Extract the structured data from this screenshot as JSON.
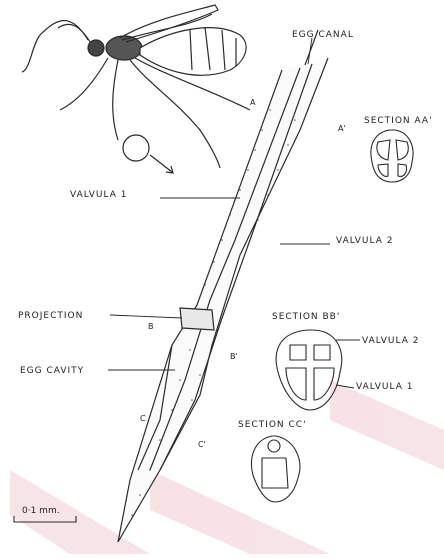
{
  "labels": {
    "egg_canal": "EGG CANAL",
    "valvula_1": "VALVULA 1",
    "valvula_2": "VALVULA 2",
    "projection": "PROJECTION",
    "egg_cavity": "EGG CAVITY",
    "section_aa": "SECTION AA'",
    "section_bb": "SECTION BB'",
    "section_cc": "SECTION CC'",
    "section_valvula_2": "VALVULA 2",
    "section_valvula_1": "VALVULA 1",
    "marker_a": "A",
    "marker_a_prime": "A'",
    "marker_b": "B",
    "marker_b_prime": "B'",
    "marker_c": "C",
    "marker_c_prime": "C'",
    "scale_bar": "0·1 mm."
  },
  "colors": {
    "ink": "#2a2a2a",
    "watermark": "#f3d6d9"
  }
}
